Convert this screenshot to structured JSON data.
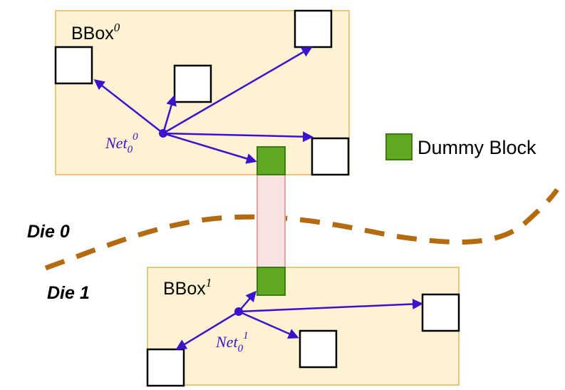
{
  "bbox0": {
    "label_base": "BBox",
    "label_sup": "0"
  },
  "bbox1": {
    "label_base": "BBox",
    "label_sup": "1"
  },
  "net0": {
    "base": "Net",
    "sub": "0",
    "sup": "0"
  },
  "net1": {
    "base": "Net",
    "sub": "0",
    "sup": "1"
  },
  "legend": {
    "label": "Dummy Block"
  },
  "dies": {
    "top_label": "Die 0",
    "bottom_label": "Die 1"
  },
  "colors": {
    "bbox_fill": "#fdf2d1",
    "bbox_stroke": "#e5c87e",
    "net_color": "#3d12cc",
    "dummy_fill": "#5ea822",
    "dummy_stroke": "#3f7a12",
    "via_fill": "#f9e2e2",
    "via_stroke": "#e9a2a2",
    "die_line": "#b46a0f"
  }
}
